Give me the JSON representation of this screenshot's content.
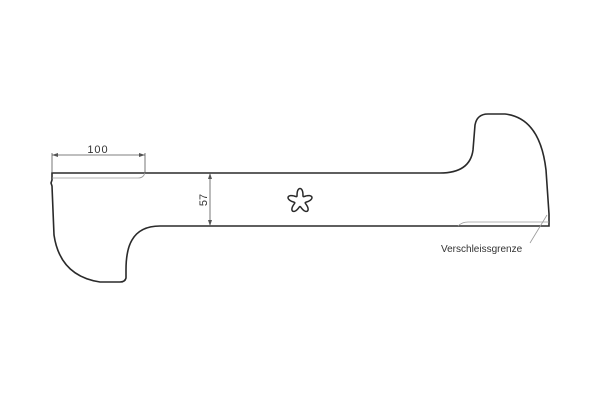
{
  "diagram": {
    "dimension_length": "100",
    "dimension_width": "57",
    "wear_limit_label": "Verschleissgrenze",
    "line_color": "#2a2a2a",
    "thin_line_color": "#9a9a9a"
  }
}
